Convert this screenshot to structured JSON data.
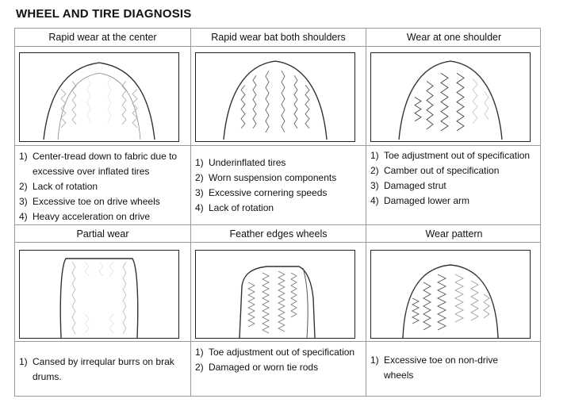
{
  "title": "WHEEL AND TIRE DIAGNOSIS",
  "panels": [
    {
      "header": "Rapid wear at the center",
      "items": [
        "Center-tread down to fabric due to excessive over inflated tires",
        "Lack of rotation",
        "Excessive toe on drive wheels",
        "Heavy acceleration on drive"
      ]
    },
    {
      "header": "Rapid wear bat both shoulders",
      "items": [
        "Underinflated tires",
        "Worn suspension components",
        "Excessive cornering speeds",
        "Lack of rotation"
      ]
    },
    {
      "header": "Wear at one shoulder",
      "items": [
        "Toe adjustment out of specification",
        "Camber out of specification",
        "Damaged strut",
        "Damaged lower arm"
      ]
    },
    {
      "header": "Partial wear",
      "items": [
        "Cansed by irreqular burrs on brak drums."
      ]
    },
    {
      "header": "Feather edges wheels",
      "items": [
        "Toe adjustment out of specification",
        "Damaged or worn tie rods"
      ]
    },
    {
      "header": "Wear pattern",
      "items": [
        "Excessive toe on non-drive wheels"
      ]
    }
  ]
}
